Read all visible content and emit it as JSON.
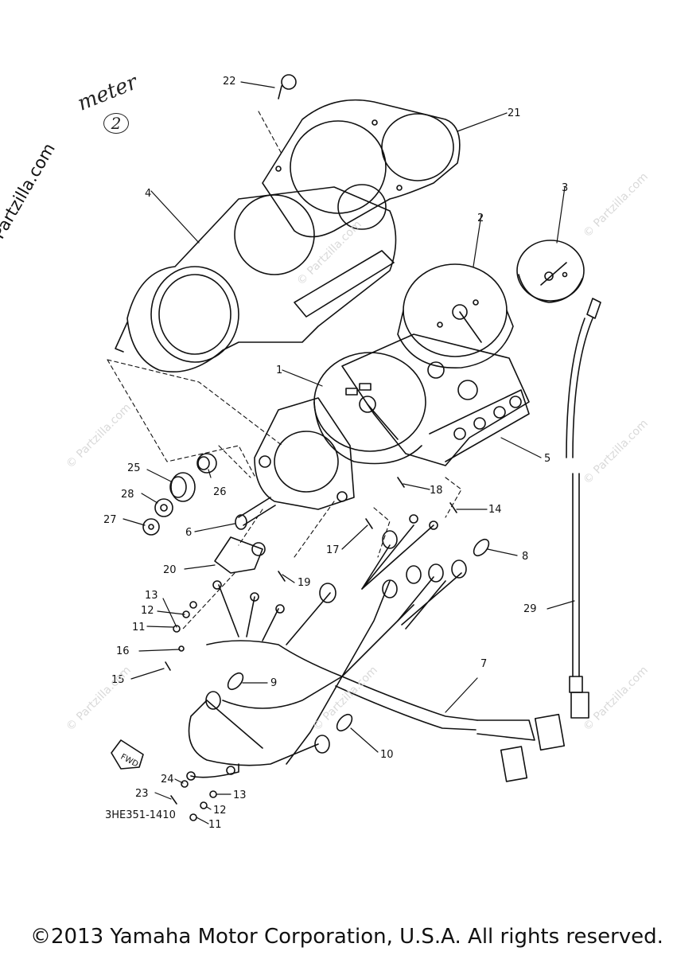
{
  "watermark": "© Partzilla.com",
  "handwritten_note": {
    "text": "meter",
    "number": "2"
  },
  "drawing_code": "3HE351-1410",
  "fwd_label": "FWD",
  "copyright": "©2013 Yamaha Motor Corporation, U.S.A. All rights reserved.",
  "callouts": [
    "1",
    "2",
    "3",
    "4",
    "5",
    "6",
    "7",
    "8",
    "9",
    "10",
    "11",
    "12",
    "13",
    "14",
    "15",
    "16",
    "17",
    "18",
    "19",
    "20",
    "21",
    "22",
    "23",
    "24",
    "25",
    "26",
    "27",
    "28",
    "29",
    "11",
    "12",
    "13"
  ]
}
